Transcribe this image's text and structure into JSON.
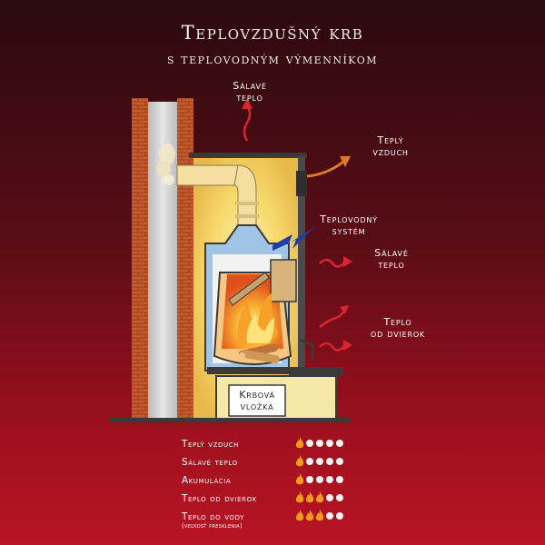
{
  "header": {
    "title": "Teplovzdušný krb",
    "subtitle": "s teplovodným výmenníkom"
  },
  "labels": {
    "radiant_top": "Sálavé\nteplo",
    "warm_air": "Teplý\nvzduch",
    "water_system": "Teplovodný\nsystém",
    "radiant_side": "Sálavé\nteplo",
    "door_heat": "Teplo\nod dvierok",
    "insert": "Krbová\nvložka"
  },
  "legend": {
    "rows": [
      {
        "label": "Teplý vzduch",
        "rating": 1,
        "max": 5
      },
      {
        "label": "Sálavé teplo",
        "rating": 1,
        "max": 5
      },
      {
        "label": "Akumulácia",
        "rating": 1,
        "max": 5
      },
      {
        "label": "Teplo od dvierok",
        "rating": 3,
        "max": 5
      },
      {
        "label": "Teplo do vody",
        "note": "(veľkosť presklenia)",
        "rating": 3,
        "max": 5
      }
    ]
  },
  "colors": {
    "arrow": "#d8262f",
    "water_arrow": "#1e3fa8",
    "flame": "#f39a1e",
    "dot": "#f2f2f2"
  }
}
